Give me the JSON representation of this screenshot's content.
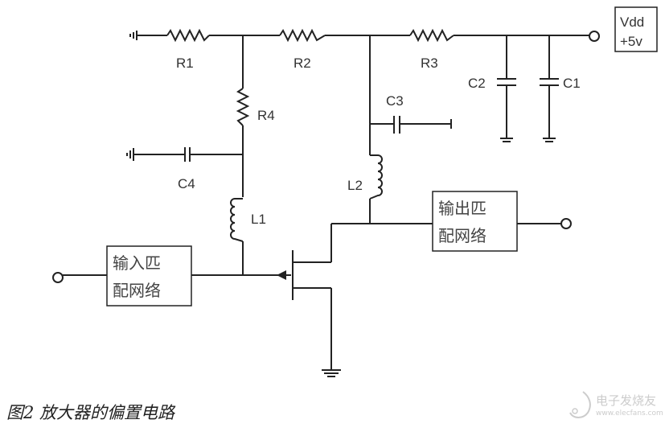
{
  "labels": {
    "r1": "R1",
    "r2": "R2",
    "r3": "R3",
    "r4": "R4",
    "c1": "C1",
    "c2": "C2",
    "c3": "C3",
    "c4": "C4",
    "l1": "L1",
    "l2": "L2",
    "vdd_line1": "Vdd",
    "vdd_line2": "+5v"
  },
  "input_match": {
    "line1": "输入匹",
    "line2": "配网络"
  },
  "output_match": {
    "line1": "输出匹",
    "line2": "配网络"
  },
  "caption": "图2 放大器的偏置电路",
  "watermark": {
    "name": "电子发烧友",
    "url": "www.elecfans.com"
  }
}
